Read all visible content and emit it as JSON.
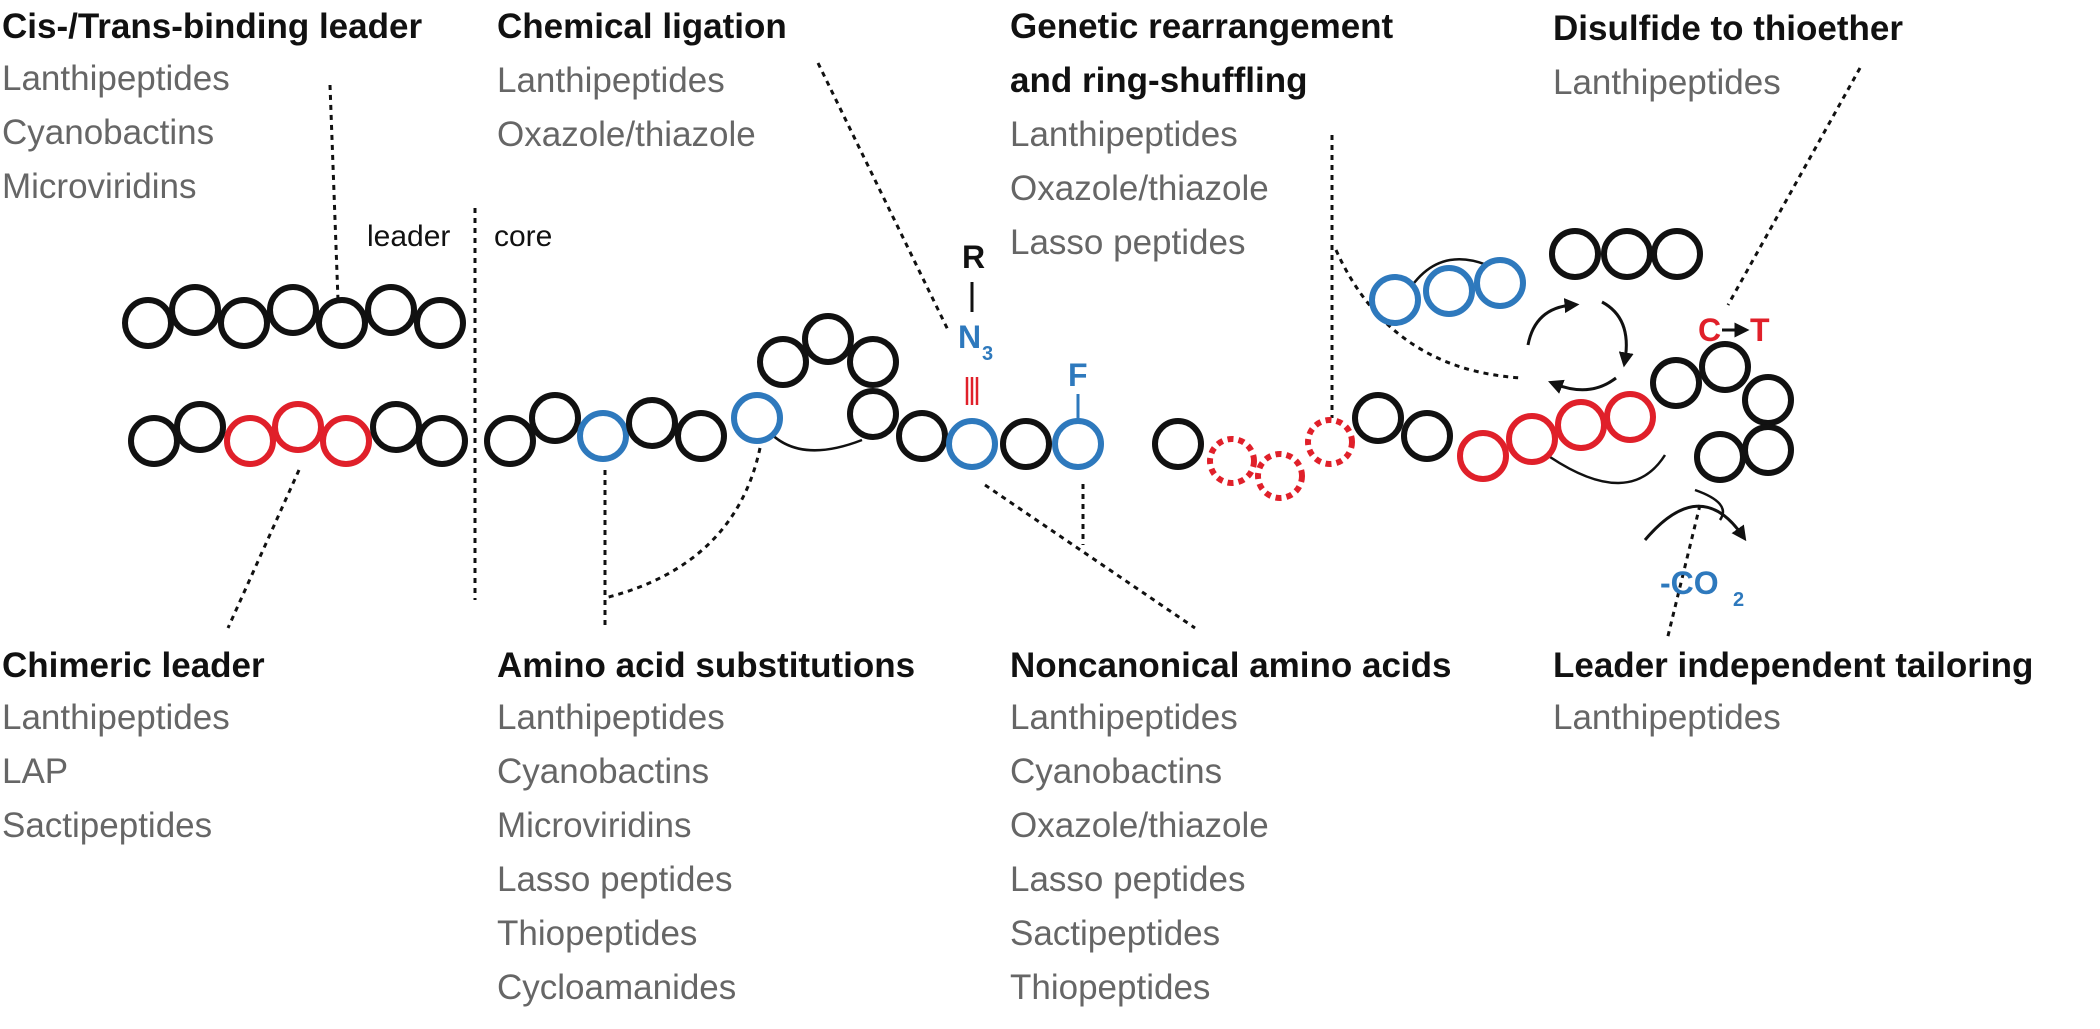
{
  "colors": {
    "black": "#111111",
    "red": "#e0202a",
    "blue": "#2e79bd",
    "grey_text": "#666666"
  },
  "labels": {
    "leader": "leader",
    "core": "core"
  },
  "annotations": {
    "cis_trans": {
      "title": "Cis-/Trans-binding leader",
      "items": [
        "Lanthipeptides",
        "Cyanobactins",
        "Microviridins"
      ]
    },
    "chemical_ligation": {
      "title": "Chemical ligation",
      "items": [
        "Lanthipeptides",
        "Oxazole/thiazole"
      ]
    },
    "genetic_rearrangement": {
      "title_line1": "Genetic rearrangement",
      "title_line2": "and ring-shuffling",
      "items": [
        "Lanthipeptides",
        "Oxazole/thiazole",
        "Lasso peptides"
      ]
    },
    "disulfide": {
      "title": "Disulfide to thioether",
      "items": [
        "Lanthipeptides"
      ]
    },
    "chimeric_leader": {
      "title": "Chimeric leader",
      "items": [
        "Lanthipeptides",
        "LAP",
        "Sactipeptides"
      ]
    },
    "amino_acid_substitutions": {
      "title": "Amino acid substitutions",
      "items": [
        "Lanthipeptides",
        "Cyanobactins",
        "Microviridins",
        "Lasso peptides",
        "Thiopeptides",
        "Cycloamanides"
      ]
    },
    "noncanonical": {
      "title": "Noncanonical amino acids",
      "items": [
        "Lanthipeptides",
        "Cyanobactins",
        "Oxazole/thiazole",
        "Lasso peptides",
        "Sactipeptides",
        "Thiopeptides"
      ]
    },
    "leader_independent": {
      "title": "Leader independent tailoring",
      "items": [
        "Lanthipeptides"
      ]
    }
  },
  "chem_labels": {
    "r": "R",
    "n": "N",
    "n_sub": "3",
    "f": "F",
    "c": "C",
    "t": "T",
    "co2_prefix": "-CO",
    "co2_sub": "2"
  }
}
